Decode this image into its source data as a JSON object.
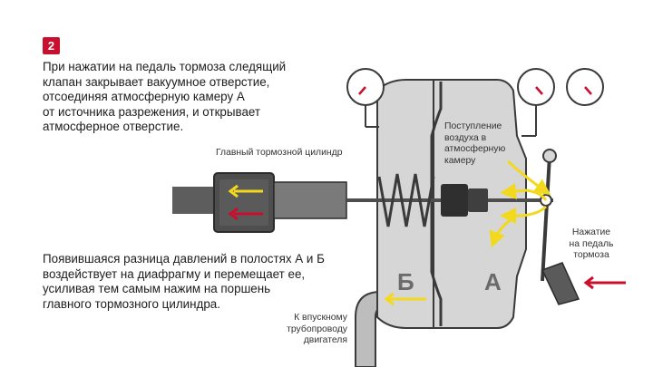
{
  "step_number": "2",
  "paragraph1": [
    "При нажатии на педаль тормоза следящий",
    "клапан закрывает вакуумное отверстие,",
    "отсоединяя атмосферную камеру А",
    "от источника разрежения, и открывает",
    "атмосферное отверстие."
  ],
  "paragraph2": [
    "Появившаяся разница давлений в полостях А и Б",
    "воздействует на диафрагму и перемещает ее,",
    "усиливая тем самым нажим на поршень",
    "главного тормозного цилиндра."
  ],
  "labels": {
    "master_cylinder": "Главный тормозной цилиндр",
    "air_intake": [
      "Поступление",
      "воздуха в",
      "атмосферную",
      "камеру"
    ],
    "pedal_press": [
      "Нажатие",
      "на педаль",
      "тормоза"
    ],
    "intake_pipe": [
      "К впускному",
      "трубопроводу",
      "двигателя"
    ],
    "chamber_b": "Б",
    "chamber_a": "А"
  },
  "colors": {
    "accent_red": "#c8102e",
    "arrow_yellow": "#f2d91e",
    "body_gray": "#d6d6d6",
    "outline": "#3a3a3a"
  }
}
